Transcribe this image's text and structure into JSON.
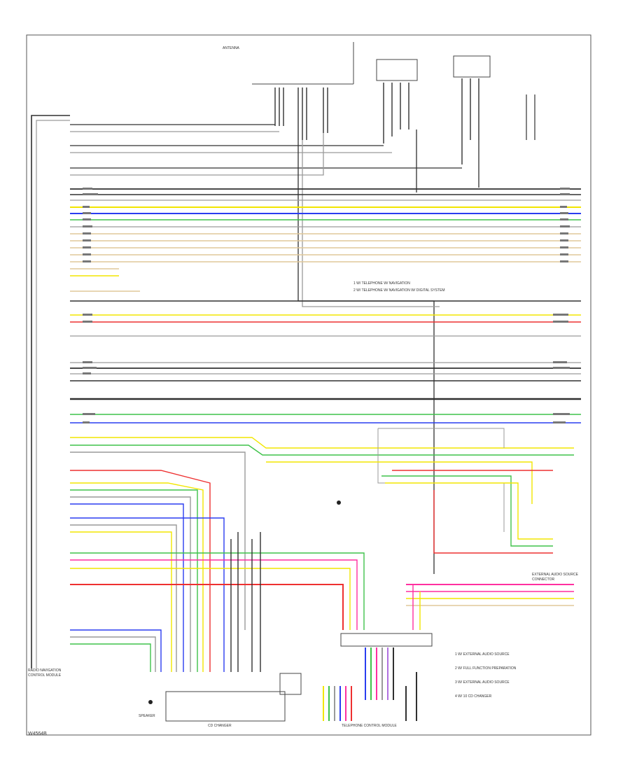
{
  "frame_code": "W4564B",
  "legend": [
    {
      "num": "1",
      "text": "W/ EXTERNAL AUDIO SOURCE"
    },
    {
      "num": "2",
      "text": "W/ FULL FUNCTION PREPARATION"
    },
    {
      "num": "3",
      "text": "W/ EXTERNAL AUDIO SOURCE"
    },
    {
      "num": "4",
      "text": "W/ 10 CD CHANGER"
    }
  ],
  "notes": [
    "1 W/ TELEPHONE W/ NAVIGATION",
    "2 W/ TELEPHONE W/ NAVIGATION W/ DIGITAL SYSTEM"
  ],
  "components": {
    "antenna": "ANTENNA",
    "control_module": "RADIO NAVIGATION CONTROL MODULE",
    "cd_changer": "CD CHANGER",
    "telephone": "TELEPHONE CONTROL MODULE",
    "external_audio": "EXTERNAL AUDIO SOURCE CONNECTOR",
    "speaker": "SPEAKER"
  },
  "wire_colors": {
    "black": "#303030",
    "grey": "#9a9a9a",
    "yellow": "#f2e600",
    "blue": "#2a3df0",
    "green": "#3ec24a",
    "red": "#ee3030",
    "pink": "#ff2fa0",
    "tan": "#e0c89a",
    "violet": "#b070e0"
  }
}
